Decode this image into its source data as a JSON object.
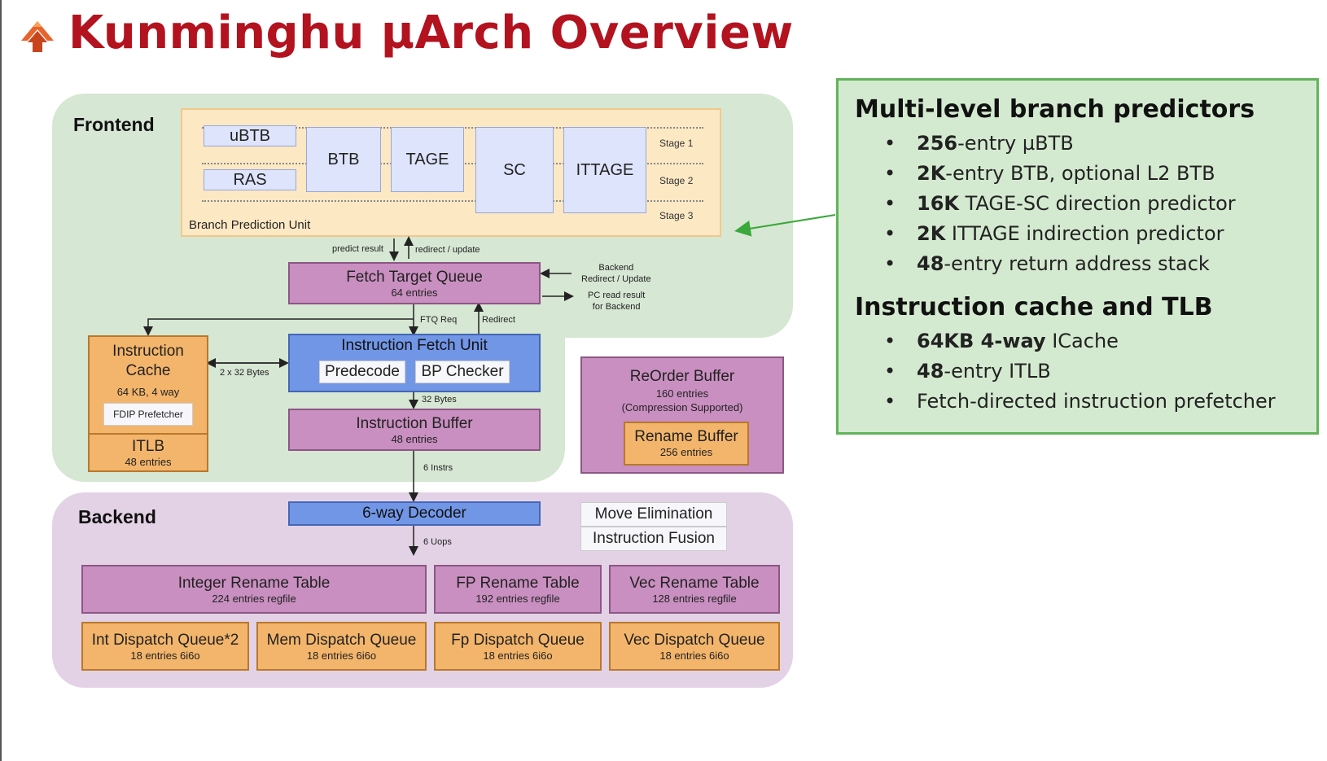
{
  "title": "Kunminghu µArch Overview",
  "frontend": {
    "label": "Frontend",
    "bpu": {
      "label": "Branch Prediction Unit",
      "predictors": [
        "uBTB",
        "RAS",
        "BTB",
        "TAGE",
        "SC",
        "ITTAGE"
      ],
      "stages": [
        "Stage 1",
        "Stage 2",
        "Stage 3"
      ]
    },
    "arrows": {
      "predict_result": "predict result",
      "redirect_update": "redirect / update",
      "backend_redirect": "Backend\nRedirect / Update",
      "pc_read": "PC read result\nfor Backend",
      "ftq_req": "FTQ Req",
      "redirect": "Redirect",
      "icache_bw": "2 x 32 Bytes",
      "ifu_bw": "32 Bytes",
      "ibuf_bw": "6 Instrs",
      "decode_bw": "6 Uops"
    },
    "ftq": {
      "title": "Fetch Target Queue",
      "sub": "64 entries"
    },
    "icache": {
      "title": "Instruction\nCache",
      "sub": "64 KB, 4 way",
      "prefetcher": "FDIP Prefetcher"
    },
    "itlb": {
      "title": "ITLB",
      "sub": "48 entries"
    },
    "ifu": {
      "title": "Instruction Fetch Unit",
      "predecode": "Predecode",
      "bpchecker": "BP Checker"
    },
    "ibuf": {
      "title": "Instruction Buffer",
      "sub": "48 entries"
    }
  },
  "rob": {
    "title": "ReOrder Buffer",
    "sub1": "160 entries",
    "sub2": "(Compression Supported)",
    "rename_title": "Rename Buffer",
    "rename_sub": "256 entries"
  },
  "backend": {
    "label": "Backend",
    "decoder": "6-way Decoder",
    "move_elim": "Move Elimination",
    "fusion": "Instruction Fusion",
    "rename_tables": [
      {
        "title": "Integer Rename Table",
        "sub": "224 entries regfile"
      },
      {
        "title": "FP Rename Table",
        "sub": "192 entries regfile"
      },
      {
        "title": "Vec Rename Table",
        "sub": "128 entries regfile"
      }
    ],
    "dispatch_queues": [
      {
        "title": "Int Dispatch Queue*2",
        "sub": "18 entries  6i6o"
      },
      {
        "title": "Mem Dispatch Queue",
        "sub": "18 entries  6i6o"
      },
      {
        "title": "Fp Dispatch Queue",
        "sub": "18 entries  6i6o"
      },
      {
        "title": "Vec Dispatch Queue",
        "sub": "18 entries  6i6o"
      }
    ]
  },
  "panel": {
    "heading1": "Multi-level branch predictors",
    "items1": [
      {
        "bold": "256",
        "rest": "-entry µBTB"
      },
      {
        "bold": "2K",
        "rest": "-entry BTB, optional L2 BTB"
      },
      {
        "bold": "16K",
        "rest": " TAGE-SC direction predictor"
      },
      {
        "bold": "2K",
        "rest": " ITTAGE indirection predictor"
      },
      {
        "bold": "48",
        "rest": "-entry return address stack"
      }
    ],
    "heading2": "Instruction cache and TLB",
    "items2": [
      {
        "bold": "64KB 4-way",
        "rest": " ICache"
      },
      {
        "bold": "48",
        "rest": "-entry ITLB"
      },
      {
        "bold": "",
        "rest": "Fetch-directed instruction prefetcher"
      }
    ]
  },
  "colors": {
    "title": "#b3121f",
    "accent_green": "#62b35a"
  },
  "icons": {
    "logo": "mountain-logo-icon"
  }
}
